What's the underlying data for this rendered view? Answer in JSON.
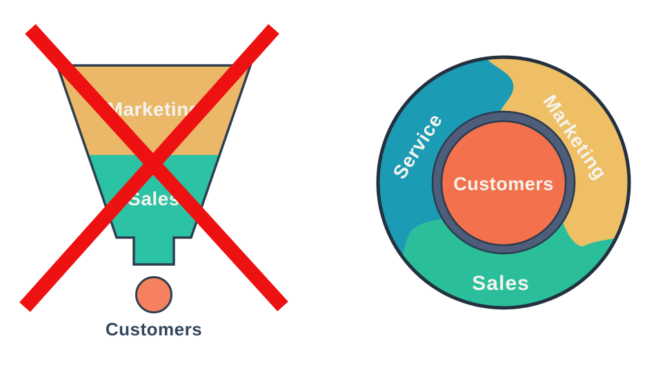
{
  "colors": {
    "background": "#ffffff",
    "funnel_marketing": "#ebb768",
    "funnel_sales": "#2cc2a4",
    "funnel_outline": "#2d3e50",
    "customer_dot": "#f5815e",
    "cross_red": "#ee1111",
    "label_navy": "#33475b",
    "label_white": "#f4f4ee",
    "flywheel_service": "#1b9cb4",
    "flywheel_marketing": "#eebf64",
    "flywheel_sales": "#2abf9a",
    "flywheel_border": "#233140",
    "ring_slate": "#4d5d7a",
    "ring_outline": "#2b3b4e",
    "center_orange": "#f4714e"
  },
  "funnel": {
    "stages": [
      {
        "label": "Marketing"
      },
      {
        "label": "Sales"
      }
    ],
    "customers_label": "Customers",
    "crossed_out": true
  },
  "flywheel": {
    "segments": [
      {
        "label": "Service"
      },
      {
        "label": "Marketing"
      },
      {
        "label": "Sales"
      }
    ],
    "center_label": "Customers"
  }
}
